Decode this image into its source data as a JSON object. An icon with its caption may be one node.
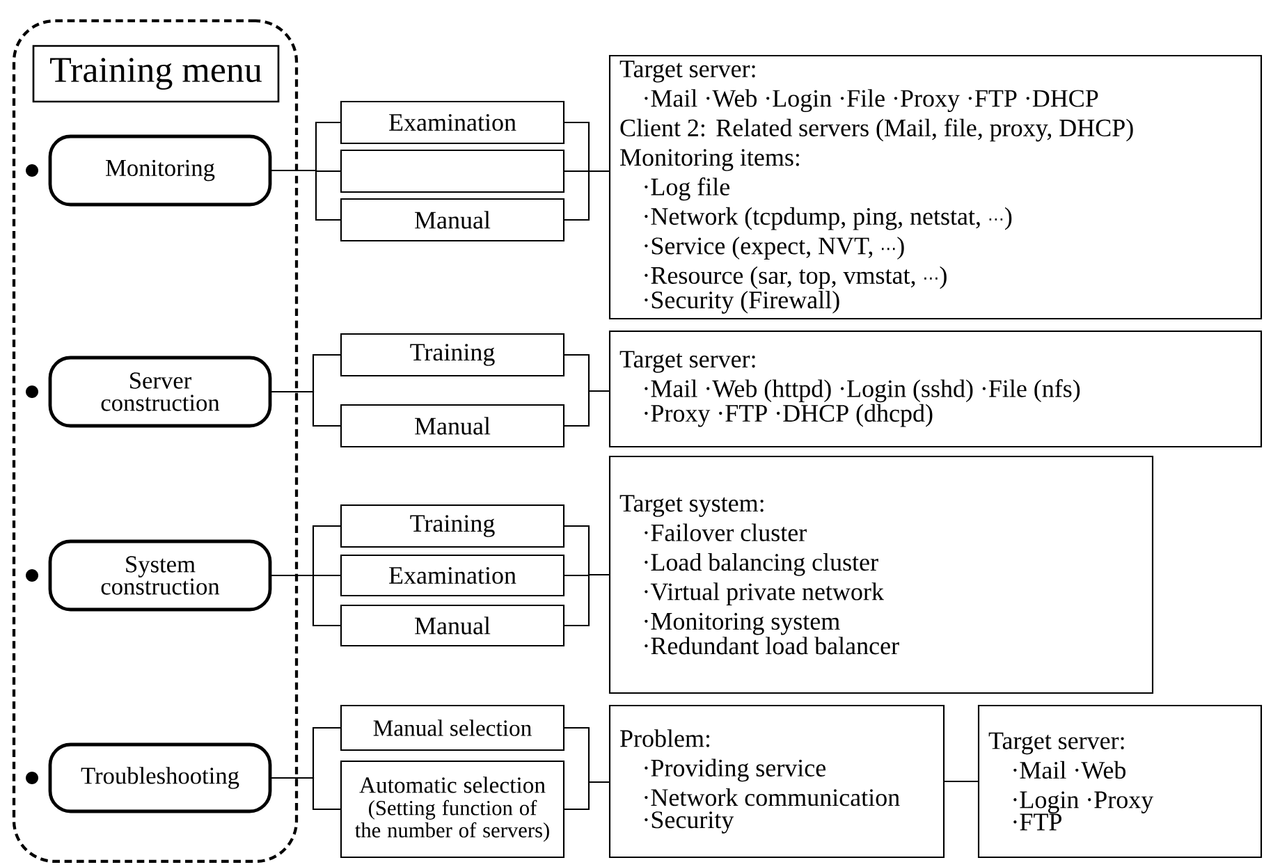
{
  "diagram": {
    "nodes": [
      {
        "text": [],
        "shape": "box"
      },
      {
        "text": [
          "Training menu"
        ],
        "in": 0
      },
      {
        "text": [
          "Monitoring"
        ],
        "in": 0
      },
      {
        "text": [
          "Server construction"
        ],
        "in": 0
      },
      {
        "text": [
          "System construction"
        ],
        "in": 0
      },
      {
        "text": [
          "Troubleshooting"
        ],
        "in": 0
      },
      {
        "text": [
          "Examination"
        ]
      },
      {
        "text": [],
        "shape": "box"
      },
      {
        "text": [
          "Manual"
        ]
      },
      {
        "text": [
          "Training"
        ]
      },
      {
        "text": [
          "Manual"
        ]
      },
      {
        "text": [
          "Training"
        ]
      },
      {
        "text": [
          "Examination"
        ]
      },
      {
        "text": [
          "Manual"
        ]
      },
      {
        "text": [
          "Manual selection"
        ]
      },
      {
        "text": [
          "Automatic selection",
          "(Setting function of the number of servers)"
        ]
      },
      {
        "text": [
          "Target server:",
          "·Mail ·Web ·Login ·File ·Proxy ·FTP ·DHCP",
          "Client 2: Related servers (Mail, file, proxy, DHCP)",
          "Monitoring items:",
          "·Log file",
          "·Network (tcpdump, ping, netstat, ⋯)",
          "·Service (expect, NVT, ⋯)",
          "·Resource (sar, top, vmstat, ⋯)",
          "·Security (Firewall)"
        ]
      },
      {
        "text": [
          "Target server:",
          "·Mail ·Web (httpd) ·Login (sshd) ·File (nfs)",
          "·Proxy ·FTP ·DHCP (dhcpd)"
        ]
      },
      {
        "text": [
          "Target system:",
          "·Failover cluster",
          "·Load balancing cluster",
          "·Virtual private network",
          "·Monitoring system",
          "·Redundant load balancer"
        ]
      },
      {
        "text": [
          "Problem:",
          "·Providing service",
          "·Network communication",
          "·Security"
        ]
      },
      {
        "text": [
          "Target server:",
          "·Mail ·Web",
          "·Login ·Proxy",
          "·FTP"
        ]
      }
    ],
    "edges": [
      {
        "from": 2,
        "to": 6,
        "arrow": "none"
      },
      {
        "from": 2,
        "to": 7,
        "arrow": "none"
      },
      {
        "from": 2,
        "to": 8,
        "arrow": "none"
      },
      {
        "from": 6,
        "to": 16,
        "arrow": "none"
      },
      {
        "from": 7,
        "to": 16,
        "arrow": "none"
      },
      {
        "from": 8,
        "to": 16,
        "arrow": "none"
      },
      {
        "from": 3,
        "to": 9,
        "arrow": "none"
      },
      {
        "from": 3,
        "to": 10,
        "arrow": "none"
      },
      {
        "from": 9,
        "to": 17,
        "arrow": "none"
      },
      {
        "from": 10,
        "to": 17,
        "arrow": "none"
      },
      {
        "from": 4,
        "to": 11,
        "arrow": "none"
      },
      {
        "from": 4,
        "to": 12,
        "arrow": "none"
      },
      {
        "from": 4,
        "to": 13,
        "arrow": "none"
      },
      {
        "from": 11,
        "to": 18,
        "arrow": "none"
      },
      {
        "from": 12,
        "to": 18,
        "arrow": "none"
      },
      {
        "from": 13,
        "to": 18,
        "arrow": "none"
      },
      {
        "from": 5,
        "to": 14,
        "arrow": "none"
      },
      {
        "from": 5,
        "to": 15,
        "arrow": "none"
      },
      {
        "from": 14,
        "to": 19,
        "arrow": "none"
      },
      {
        "from": 15,
        "to": 19,
        "arrow": "none"
      },
      {
        "from": 19,
        "to": 20,
        "arrow": "none"
      }
    ]
  }
}
